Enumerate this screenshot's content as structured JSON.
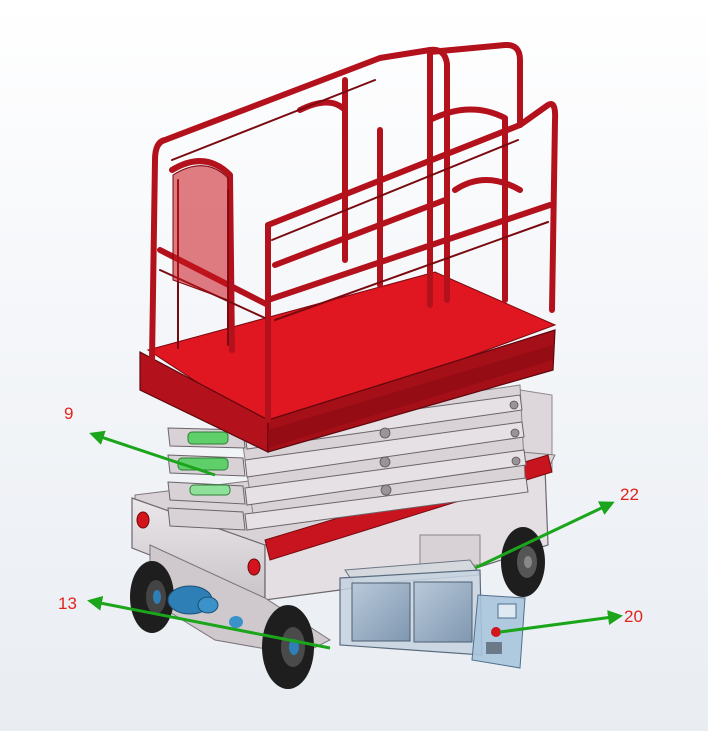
{
  "colors": {
    "frame_red": "#b3121c",
    "frame_dark_red": "#7a0a10",
    "deck_red": "#e01620",
    "chassis_gray": "#e2dde0",
    "battery_blue": "#9fb3c9",
    "tire_black": "#1e1e1e",
    "hub_blue": "#2d7fb5",
    "arrow_green": "#1aa51a",
    "label_red": "#e0241c"
  },
  "callouts": [
    {
      "label": "9"
    },
    {
      "label": "22"
    },
    {
      "label": "13"
    },
    {
      "label": "20"
    }
  ]
}
